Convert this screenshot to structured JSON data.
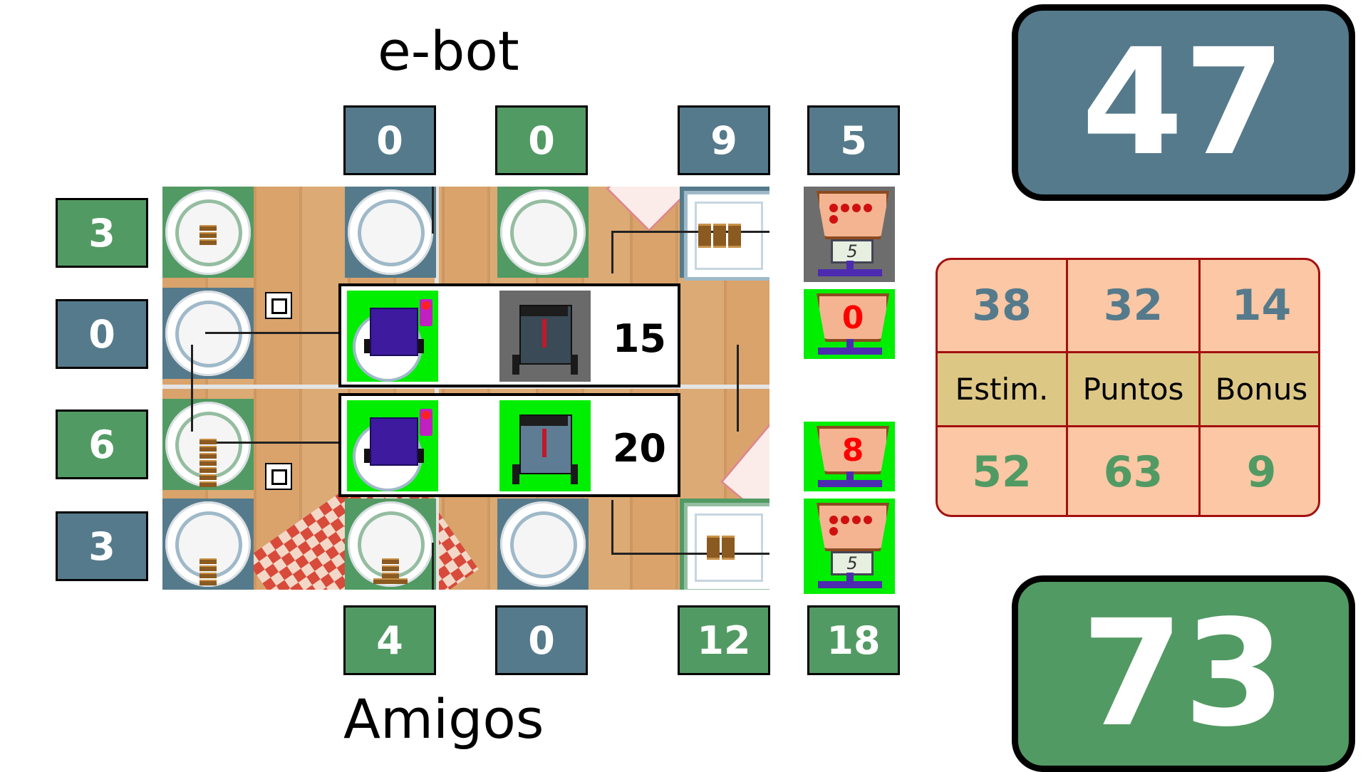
{
  "teams": {
    "top": {
      "name": "e-bot",
      "total": "47",
      "color": "#557a8b"
    },
    "bottom": {
      "name": "Amigos",
      "total": "73",
      "color": "#529a63"
    }
  },
  "top_scores": [
    "0",
    "0",
    "9",
    "5"
  ],
  "bottom_scores": [
    "4",
    "0",
    "12",
    "18"
  ],
  "left_scores": [
    "3",
    "0",
    "6",
    "3"
  ],
  "robots": [
    {
      "score": "15",
      "robot_color": "#3a4a56"
    },
    {
      "score": "20",
      "robot_color": "#5e7d94"
    }
  ],
  "baskets": {
    "top_scale": "5",
    "top_count": "0",
    "bottom_count": "8",
    "bottom_scale": "5"
  },
  "stats": {
    "top_values": [
      "38",
      "32",
      "14"
    ],
    "headers": [
      "Estim.",
      "Puntos",
      "Bonus"
    ],
    "bottom_values": [
      "52",
      "63",
      "9"
    ]
  }
}
